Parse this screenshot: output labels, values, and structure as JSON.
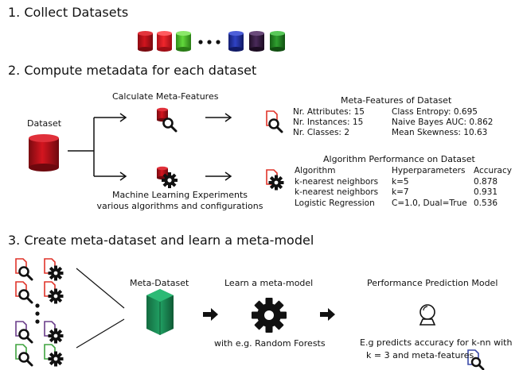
{
  "colors": {
    "red": "#c0101a",
    "red_bright": "#e51c23",
    "green": "#48c12a",
    "blue": "#2636a8",
    "purple": "#3b1f4a",
    "dark_green": "#1e7d1e",
    "teal_cube": "#1b8a55",
    "doc_red": "#e0342a",
    "doc_purple": "#6a3d8a",
    "doc_green": "#3fa33f"
  },
  "section1": {
    "title": "1. Collect Datasets"
  },
  "section2": {
    "title": "2.  Compute metadata for each dataset",
    "dataset_label": "Dataset",
    "calc_label": "Calculate Meta-Features",
    "ml_label_line1": "Machine Learning Experiments",
    "ml_label_line2": "various algorithms and configurations",
    "meta_features": {
      "title": "Meta-Features of Dataset",
      "left": [
        "Nr. Attributes: 15",
        "Nr. Instances: 15",
        "Nr. Classes: 2"
      ],
      "right": [
        "Class Entropy: 0.695",
        "Naive Bayes AUC: 0.862",
        "Mean Skewness: 10.63"
      ]
    },
    "algo_perf": {
      "title": "Algorithm Performance on Dataset",
      "headers": [
        "Algorithm",
        "Hyperparameters",
        "Accuracy"
      ],
      "rows": [
        [
          "k-nearest neighbors",
          "k=5",
          "0.878"
        ],
        [
          "k-nearest neighbors",
          "k=7",
          "0.931"
        ],
        [
          "Logistic Regression",
          "C=1.0, Dual=True",
          "0.536"
        ]
      ]
    }
  },
  "section3": {
    "title": "3.  Create meta-dataset and learn a meta-model",
    "meta_dataset_label": "Meta-Dataset",
    "learn_label": "Learn a meta-model",
    "rf_label": "with e.g. Random Forests",
    "ppm_label": "Performance Prediction Model",
    "predict_line1": "E.g predicts accuracy for k-nn with",
    "predict_line2": "k = 3 and meta-features"
  }
}
